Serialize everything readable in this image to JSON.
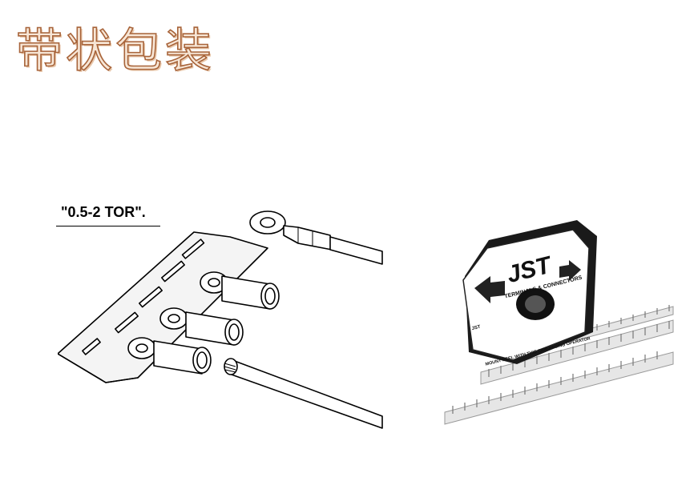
{
  "slide": {
    "title": "带状包装",
    "caption": "\"0.5-2 TOR\"."
  },
  "reel": {
    "brand": "JST",
    "subtitle": "TERMINALS & CONNECTORS",
    "small_left": "JST",
    "instruction": "MOUNT REEL WITH THIS SIDE FACING OPERATOR"
  },
  "colors": {
    "title_fill": "#f7e6d6",
    "title_outline": "#a8643a"
  }
}
